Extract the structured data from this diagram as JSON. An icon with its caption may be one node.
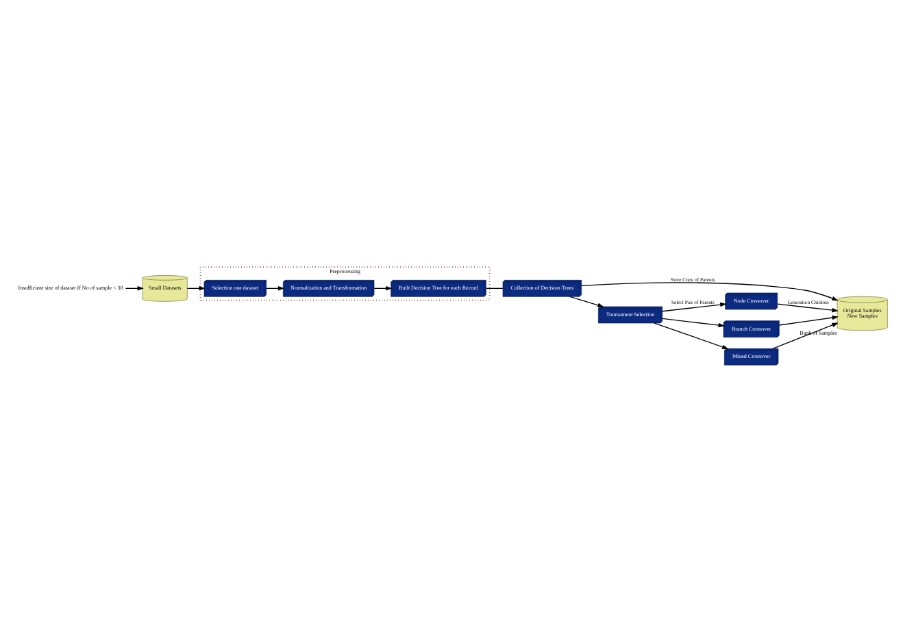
{
  "diagram": {
    "nodes": [
      {
        "text": [
          "Insufficient size of dataset If No of sample < 30"
        ]
      },
      {
        "text": [
          "Small Datasets"
        ]
      },
      {
        "text": [
          "Preprocessing"
        ]
      },
      {
        "text": [
          "Selection one dataset"
        ],
        "in": 2
      },
      {
        "text": [
          "Normalization and Transformation"
        ],
        "in": 2
      },
      {
        "text": [
          "Built Decision Tree for each Record"
        ],
        "in": 2
      },
      {
        "text": [
          "Original Samples",
          "New Samples"
        ],
        "beside": [
          "Bank of Samples"
        ]
      },
      {
        "text": [
          "Node Crossover"
        ]
      },
      {
        "text": [
          "Branch Crossover"
        ]
      },
      {
        "text": [
          "Mixed Crossover"
        ]
      },
      {
        "text": [
          "Tournament Selection"
        ]
      },
      {
        "text": [
          "Collection of Decision Trees"
        ]
      }
    ],
    "edges": [
      {
        "from": 0,
        "to": 1,
        "arrow": "to"
      },
      {
        "from": 1,
        "to": 3,
        "arrow": "to"
      },
      {
        "from": 3,
        "to": 4,
        "arrow": "to"
      },
      {
        "from": 4,
        "to": 5,
        "arrow": "to"
      },
      {
        "from": 5,
        "to": 11,
        "arrow": "none"
      },
      {
        "from": 11,
        "to": 6,
        "label": "Store Copy of Parents",
        "arrow": "to"
      },
      {
        "from": 11,
        "to": 10,
        "arrow": "to"
      },
      {
        "from": 10,
        "to": 7,
        "label": "Select Pair of Parents",
        "arrow": "to"
      },
      {
        "from": 10,
        "to": 8,
        "arrow": "to"
      },
      {
        "from": 10,
        "to": 9,
        "arrow": "to"
      },
      {
        "from": 7,
        "to": 6,
        "label": "Generation Children",
        "arrow": "to"
      },
      {
        "from": 8,
        "to": 6,
        "arrow": "to"
      },
      {
        "from": 9,
        "to": 6,
        "arrow": "to"
      }
    ]
  }
}
